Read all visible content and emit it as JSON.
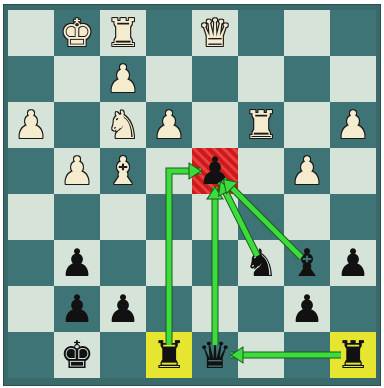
{
  "board": {
    "rows": [
      [
        "",
        "wK",
        "wR",
        "",
        "wQ",
        "",
        "",
        ""
      ],
      [
        "",
        "",
        "wP",
        "",
        "",
        "",
        "",
        ""
      ],
      [
        "wP",
        "",
        "wN",
        "wP",
        "",
        "wR",
        "",
        "wP"
      ],
      [
        "",
        "wP",
        "wB",
        "",
        "bP",
        "",
        "wP",
        ""
      ],
      [
        "",
        "",
        "",
        "",
        "",
        "",
        "",
        ""
      ],
      [
        "",
        "bP",
        "",
        "",
        "",
        "bN",
        "bB",
        "bP"
      ],
      [
        "",
        "bP",
        "bP",
        "",
        "",
        "",
        "bP",
        ""
      ],
      [
        "",
        "bK",
        "",
        "bR",
        "bQ",
        "",
        "",
        "bR"
      ]
    ],
    "highlights_yellow": [
      "3,7",
      "7,7"
    ],
    "highlight_red": "4,3",
    "colors": {
      "light": "#d6e3d8",
      "dark": "#3f7476",
      "arrow": "#3ddc3d",
      "yellow": "#e6e630",
      "red": "#cc1a1a"
    }
  },
  "arrows": [
    {
      "from": "3,7",
      "to": "4,3",
      "label": "rook-d1-arrow"
    },
    {
      "from": "4,7",
      "to": "4,3",
      "label": "queen-e1-arrow"
    },
    {
      "from": "5,5",
      "to": "4,3",
      "label": "knight-f3-arrow"
    },
    {
      "from": "6,5",
      "to": "4,3",
      "label": "bishop-g3-arrow"
    },
    {
      "from": "7,7",
      "to": "4,7",
      "label": "rook-h1-arrow"
    }
  ]
}
